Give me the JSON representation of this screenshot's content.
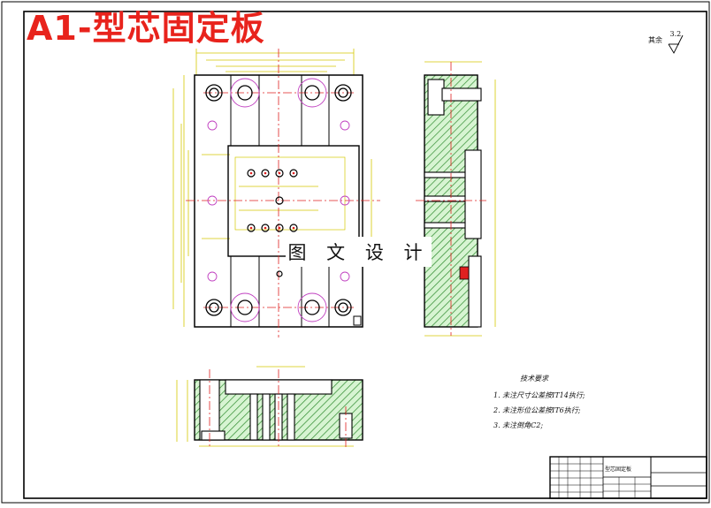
{
  "title": "A1-型芯固定板",
  "watermark": "图 文 设 计",
  "roughness": {
    "label": "其余",
    "value": "3.2"
  },
  "technical_requirements": {
    "heading": "技术要求",
    "items": [
      "1. 未注尺寸公差按IT14执行;",
      "2. 未注形位公差按IT6执行;",
      "3. 未注倒角C2;"
    ]
  },
  "title_block": {
    "part_name": "型芯固定板"
  },
  "colors": {
    "title": "#e8231c",
    "hatch": "#2e8b2e",
    "hatch_fill": "#c9f0c4",
    "centerline": "#e02020",
    "hole": "#c040c0",
    "dimension": "#d4d400",
    "outline": "#000000"
  }
}
